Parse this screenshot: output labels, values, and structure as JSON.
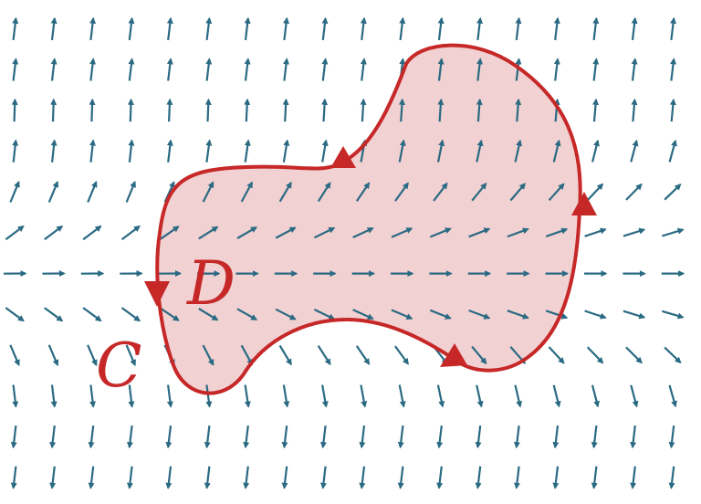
{
  "figure": {
    "region_label": "D",
    "curve_label": "C"
  },
  "colors": {
    "arrow": "#2a6a82",
    "curve": "#c62828",
    "region_fill": "#f2d1d3",
    "label": "#c62828",
    "background": "#ffffff"
  },
  "vector_field": {
    "description_icon": "vector-field-arrow-icon",
    "rows": 12,
    "cols": 18
  }
}
